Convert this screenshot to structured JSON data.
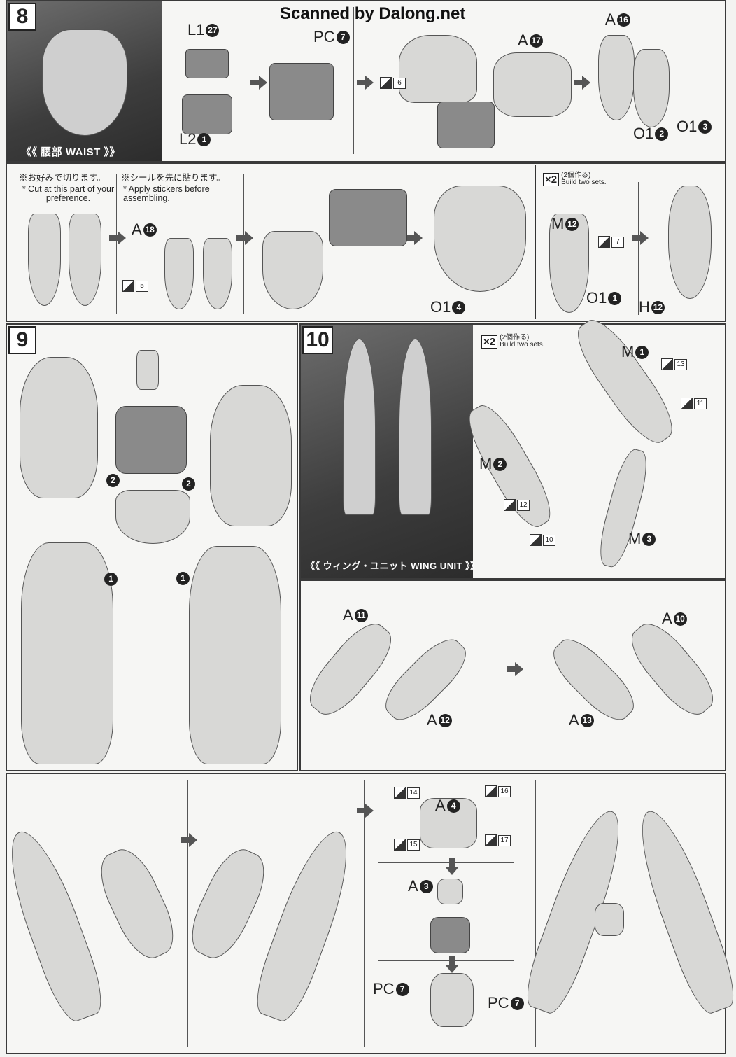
{
  "watermark": "Scanned by Dalong.net",
  "step8": {
    "number": "8",
    "caption": "《《 腰部 WAIST 》》",
    "parts": [
      {
        "letter": "L1",
        "num": "27"
      },
      {
        "letter": "PC",
        "num": "7"
      },
      {
        "letter": "A",
        "num": "17"
      },
      {
        "letter": "A",
        "num": "16"
      },
      {
        "letter": "L2",
        "num": "1"
      },
      {
        "letter": "O1",
        "num": "2"
      },
      {
        "letter": "O1",
        "num": "3"
      }
    ],
    "stickers": [
      "6"
    ],
    "note_cut_jp": "※お好みで切ります。",
    "note_cut_en": "* Cut at this part of your preference.",
    "note_sticker_jp": "※シールを先に貼ります。",
    "note_sticker_en": "* Apply stickers before assembling.",
    "row2_parts": [
      {
        "letter": "A",
        "num": "18"
      },
      {
        "letter": "O1",
        "num": "4"
      },
      {
        "letter": "M",
        "num": "12"
      },
      {
        "letter": "O1",
        "num": "1"
      },
      {
        "letter": "H",
        "num": "12"
      }
    ],
    "row2_stickers": [
      "5",
      "7"
    ],
    "build_multiplier": "×2",
    "build_jp": "(2個作る)",
    "build_en": "Build two sets."
  },
  "step9": {
    "number": "9",
    "callouts": [
      "2",
      "2",
      "1",
      "1"
    ]
  },
  "step10": {
    "number": "10",
    "caption": "《《 ウィング・ユニット WING UNIT 》》",
    "build_multiplier": "×2",
    "build_jp": "(2個作る)",
    "build_en": "Build two sets.",
    "parts": [
      {
        "letter": "M",
        "num": "1"
      },
      {
        "letter": "M",
        "num": "2"
      },
      {
        "letter": "M",
        "num": "3"
      }
    ],
    "stickers": [
      "13",
      "11",
      "12",
      "10"
    ],
    "parts_b": [
      {
        "letter": "A",
        "num": "11"
      },
      {
        "letter": "A",
        "num": "12"
      },
      {
        "letter": "A",
        "num": "10"
      },
      {
        "letter": "A",
        "num": "13"
      }
    ]
  },
  "bottom": {
    "parts": [
      {
        "letter": "A",
        "num": "4"
      },
      {
        "letter": "A",
        "num": "3"
      },
      {
        "letter": "PC",
        "num": "7"
      },
      {
        "letter": "PC",
        "num": "7"
      }
    ],
    "stickers": [
      "14",
      "16",
      "15",
      "17"
    ]
  }
}
